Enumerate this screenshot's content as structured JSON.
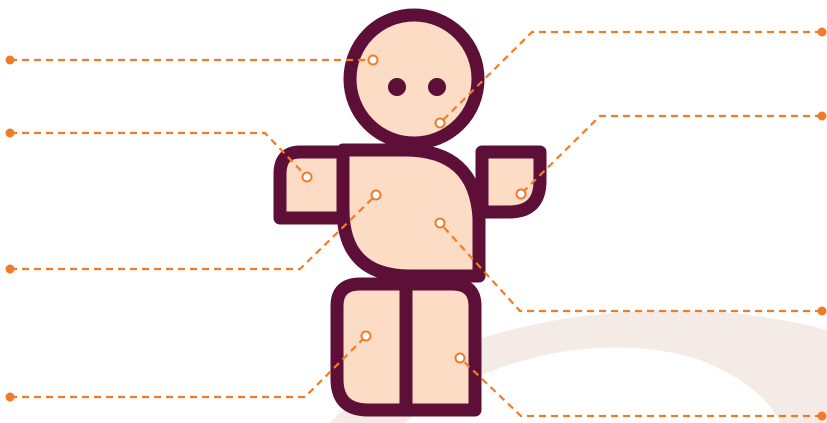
{
  "colors": {
    "body_fill": "#FCDCC4",
    "outline": "#5E0F37",
    "leader": "#F07C2A",
    "background_arc": "#F1E4DE",
    "background": "#FFFFFF"
  },
  "figure": {
    "subject": "figure-character",
    "parts": [
      "head",
      "left-eye",
      "right-eye",
      "torso",
      "left-arm",
      "right-arm",
      "left-leg",
      "right-leg"
    ]
  },
  "callouts": [
    {
      "name": "callout-head-left",
      "side": "left",
      "target": "head",
      "label": ""
    },
    {
      "name": "callout-left-arm",
      "side": "left",
      "target": "left-arm",
      "label": ""
    },
    {
      "name": "callout-torso-left",
      "side": "left",
      "target": "torso",
      "label": ""
    },
    {
      "name": "callout-left-leg",
      "side": "left",
      "target": "left-leg",
      "label": ""
    },
    {
      "name": "callout-head-right",
      "side": "right",
      "target": "head",
      "label": ""
    },
    {
      "name": "callout-right-arm",
      "side": "right",
      "target": "right-arm",
      "label": ""
    },
    {
      "name": "callout-torso-right",
      "side": "right",
      "target": "torso",
      "label": ""
    },
    {
      "name": "callout-right-leg",
      "side": "right",
      "target": "right-leg",
      "label": ""
    }
  ]
}
